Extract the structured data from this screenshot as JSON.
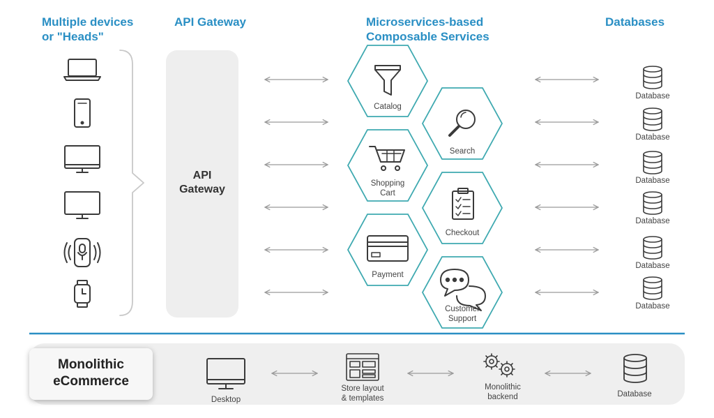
{
  "columns": {
    "devices_line1": "Multiple devices",
    "devices_line2": "or \"Heads\"",
    "gateway": "API Gateway",
    "services_line1": "Microservices-based",
    "services_line2": "Composable Services",
    "databases": "Databases"
  },
  "gateway_box": {
    "line1": "API",
    "line2": "Gateway"
  },
  "devices": [
    {
      "icon": "laptop-icon"
    },
    {
      "icon": "smartphone-icon"
    },
    {
      "icon": "desktop-monitor-icon"
    },
    {
      "icon": "tv-monitor-icon"
    },
    {
      "icon": "smart-speaker-icon"
    },
    {
      "icon": "smartwatch-icon"
    }
  ],
  "services": [
    {
      "line1": "Catalog",
      "line2": "",
      "icon": "funnel-icon"
    },
    {
      "line1": "Search",
      "line2": "",
      "icon": "magnifier-icon"
    },
    {
      "line1": "Shopping",
      "line2": "Cart",
      "icon": "shopping-cart-icon"
    },
    {
      "line1": "Checkout",
      "line2": "",
      "icon": "clipboard-checklist-icon"
    },
    {
      "line1": "Payment",
      "line2": "",
      "icon": "credit-card-icon"
    },
    {
      "line1": "Customer",
      "line2": "Support",
      "icon": "chat-bubbles-icon"
    }
  ],
  "database_label": "Database",
  "databases": [
    "Database",
    "Database",
    "Database",
    "Database",
    "Database",
    "Database"
  ],
  "monolith": {
    "title_line1": "Monolithic",
    "title_line2": "eCommerce",
    "desktop": "Desktop",
    "store_line1": "Store layout",
    "store_line2": "& templates",
    "backend_line1": "Monolithic",
    "backend_line2": "backend",
    "database": "Database"
  },
  "colors": {
    "accent": "#2a8fc4",
    "hex_stroke": "#3ea9b0",
    "gateway_bg": "#eeeeee",
    "divider": "#2a8fc4"
  }
}
